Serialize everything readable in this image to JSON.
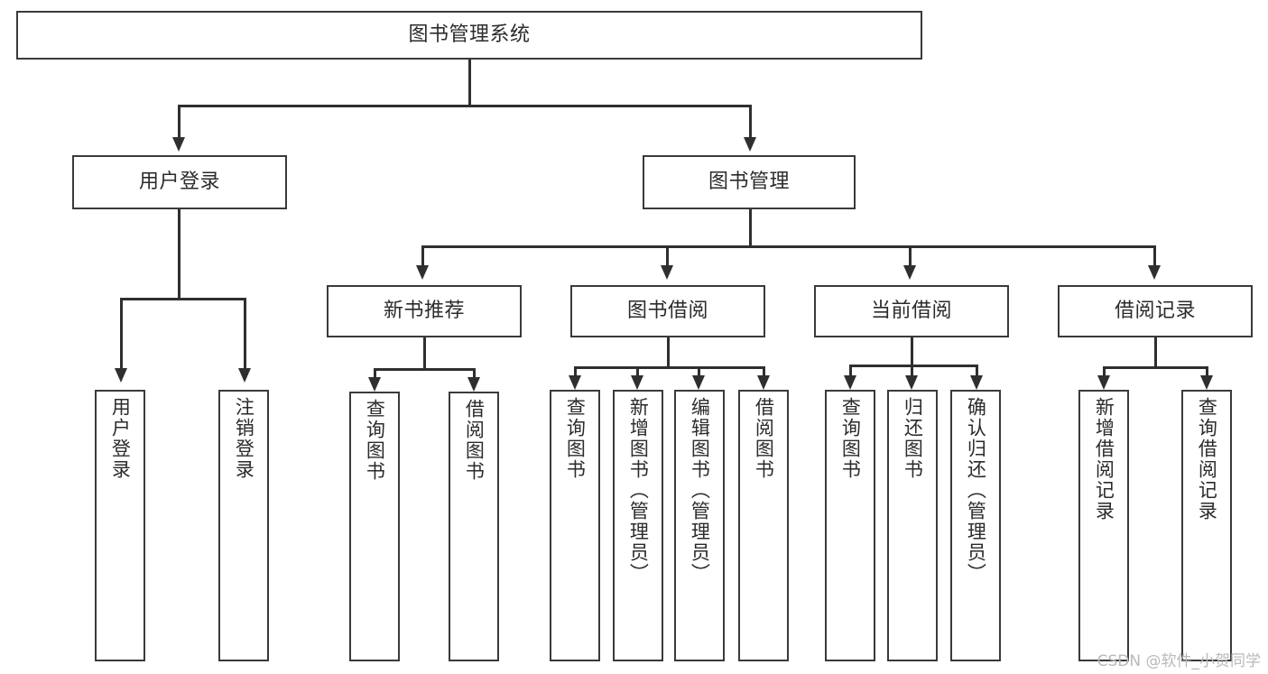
{
  "diagram": {
    "title": "图书管理系统",
    "type": "tree",
    "root": {
      "label": "图书管理系统"
    },
    "level2": [
      {
        "label": "用户登录"
      },
      {
        "label": "图书管理"
      }
    ],
    "level3": [
      {
        "label": "新书推荐"
      },
      {
        "label": "图书借阅"
      },
      {
        "label": "当前借阅"
      },
      {
        "label": "借阅记录"
      }
    ],
    "leaves": {
      "user_login": [
        {
          "label": "用户登录"
        },
        {
          "label": "注销登录"
        }
      ],
      "new_book_recommend": [
        {
          "label": "查询图书"
        },
        {
          "label": "借阅图书"
        }
      ],
      "book_borrow": [
        {
          "label": "查询图书"
        },
        {
          "label": "新增图书（管理员）"
        },
        {
          "label": "编辑图书（管理员）"
        },
        {
          "label": "借阅图书"
        }
      ],
      "current_borrow": [
        {
          "label": "查询图书"
        },
        {
          "label": "归还图书"
        },
        {
          "label": "确认归还（管理员）"
        }
      ],
      "borrow_record": [
        {
          "label": "新增借阅记录"
        },
        {
          "label": "查询借阅记录"
        }
      ]
    }
  },
  "watermark": {
    "text": "CSDN @软件_小贺同学"
  },
  "colors": {
    "box_border": "#3a3a3a",
    "line": "#2f2f2f",
    "text": "#2b2b2b",
    "background": "#ffffff",
    "watermark": "#b9b9b9"
  }
}
